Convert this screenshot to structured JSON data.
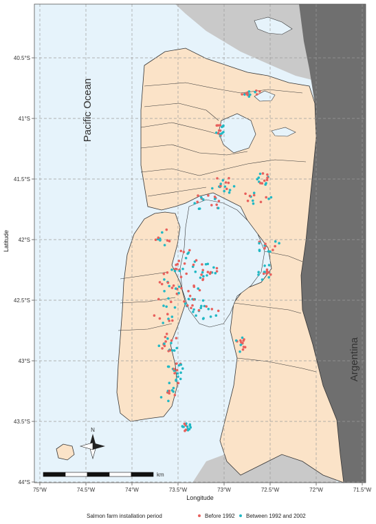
{
  "map": {
    "ocean_label": "Pacific Ocean",
    "country_label": "Argentina",
    "x_axis_title": "Longitude",
    "y_axis_title": "Latitude",
    "scale_unit": "km",
    "north_label": "N",
    "x_ticks": [
      "75°W",
      "74.5°W",
      "74°W",
      "73.5°W",
      "73°W",
      "72.5°W",
      "72°W",
      "71.5°W"
    ],
    "y_ticks": [
      "40.5°S",
      "41°S",
      "41.5°S",
      "42°S",
      "42.5°S",
      "43°S",
      "43.5°S",
      "44°S"
    ],
    "colors": {
      "ocean": "#e6f3fb",
      "land": "#fbe3c8",
      "argentina": "#6f6f6f",
      "unmapped_land": "#c9c9c9",
      "before": "#e8605c",
      "between": "#22b8c4"
    }
  },
  "legend": {
    "title": "Salmon farm installation period",
    "items": [
      {
        "label": "Before 1992",
        "color": "#e8605c"
      },
      {
        "label": "Between 1992 and 2002",
        "color": "#22b8c4"
      }
    ]
  }
}
